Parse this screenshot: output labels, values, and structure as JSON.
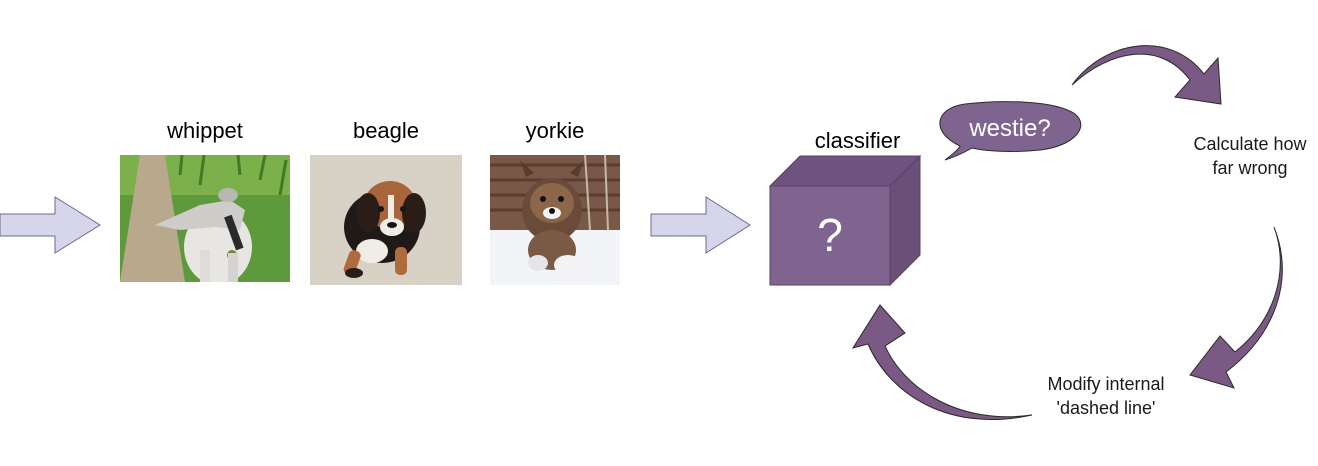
{
  "dogs": [
    {
      "label": "whippet",
      "image": "whippet dog on a path beside tall grass"
    },
    {
      "label": "beagle",
      "image": "beagle puppy sitting on carpet"
    },
    {
      "label": "yorkie",
      "image": "yorkie dog running in snow"
    }
  ],
  "classifier": {
    "label": "classifier",
    "symbol": "?"
  },
  "bubble": {
    "text": "westie?"
  },
  "loop": {
    "calculate": [
      "Calculate how",
      "far wrong"
    ],
    "modify": [
      "Modify internal",
      "'dashed line'"
    ]
  },
  "colors": {
    "arrow_fill": "#d7d5ea",
    "arrow_stroke": "#6b6894",
    "box_front": "#806490",
    "box_top": "#6e5380",
    "box_side": "#6a5078",
    "curve_arrow": "#7a5a85"
  }
}
